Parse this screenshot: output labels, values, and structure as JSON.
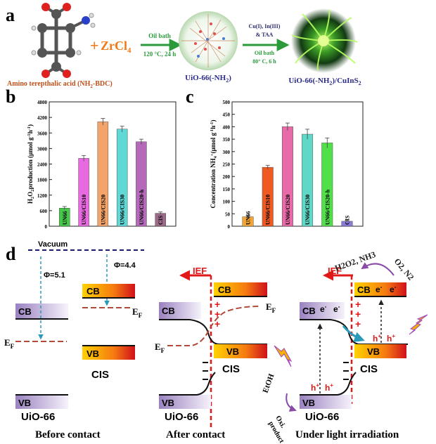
{
  "panel_a": {
    "letter": "a",
    "molecule_label": "Amino terepthalic acid (NH",
    "molecule_sub": "2",
    "molecule_tail": "-BDC)",
    "plus": "+",
    "zrcl": "ZrCl",
    "zrcl_sub": "4",
    "step1_top": "Oil bath",
    "step1_bottom": "120 °C, 24 h",
    "mof_label": "UiO-66(-NH",
    "mof_sub": "2",
    "mof_tail": ")",
    "step2_top1": "Cu(I), In(III)",
    "step2_top2": "& TAA",
    "step2_bottom1": "Oil bath",
    "step2_bottom2": "80° C, 6 h",
    "product_label": "UiO-66(-NH",
    "product_sub": "2",
    "product_tail": ")/CuInS",
    "product_sub2": "2"
  },
  "chart_data": [
    {
      "panel": "b",
      "type": "bar",
      "ylabel": "H2O2 production (μmol g-1 h-1)",
      "ylim": [
        0,
        4800
      ],
      "yticks": [
        "0",
        "600",
        "1200",
        "1800",
        "2400",
        "3000",
        "3600",
        "4200",
        "4800"
      ],
      "categories": [
        "UN66",
        "UN66/CIS10",
        "UN66/CIS20",
        "UN66/CIS30",
        "UN66/CIS20-h",
        "CIS"
      ],
      "values": [
        700,
        2620,
        4030,
        3750,
        3260,
        500
      ],
      "errors": [
        60,
        110,
        130,
        110,
        100,
        50
      ],
      "colors": [
        "#46c84a",
        "#e86ae0",
        "#f4a46a",
        "#5fd8d6",
        "#b46ab8",
        "#9a6a88"
      ]
    },
    {
      "panel": "c",
      "type": "bar",
      "ylabel": "Concentration NH4+ (μmol g-1 h-1)",
      "ylim": [
        0,
        500
      ],
      "yticks": [
        "0",
        "50",
        "100",
        "150",
        "200",
        "250",
        "300",
        "350",
        "400",
        "450",
        "500"
      ],
      "categories": [
        "UN66",
        "UN66/CIS10",
        "UN66/CIS20",
        "UN66/CIS30",
        "UN66/CIS20-h",
        "CIS"
      ],
      "values": [
        38,
        237,
        400,
        370,
        335,
        20
      ],
      "errors": [
        5,
        8,
        15,
        20,
        20,
        4
      ],
      "colors": [
        "#f2a535",
        "#ef5a22",
        "#e86aa8",
        "#5fd8c8",
        "#52e04a",
        "#8a7ad8"
      ]
    }
  ],
  "panel_d": {
    "letter": "d",
    "vacuum": "Vacuum",
    "phi1": "Φ=5.1",
    "phi2": "Φ=4.4",
    "cb": "CB",
    "vb": "VB",
    "ef": "E",
    "ef_sub": "F",
    "cis": "CIS",
    "uio": "UiO-66",
    "ief": "IEF",
    "plus": "+",
    "eminus": "e",
    "hplus": "h",
    "products_left": "H",
    "products_text": "H2O2, NH3",
    "reactants_text": "O2, N2",
    "etoh": "EtOH",
    "oxi1": "Oxi.",
    "oxi2": "product",
    "caption1": "Before contact",
    "caption2": "After contact",
    "caption3": "Under light irradiation"
  }
}
